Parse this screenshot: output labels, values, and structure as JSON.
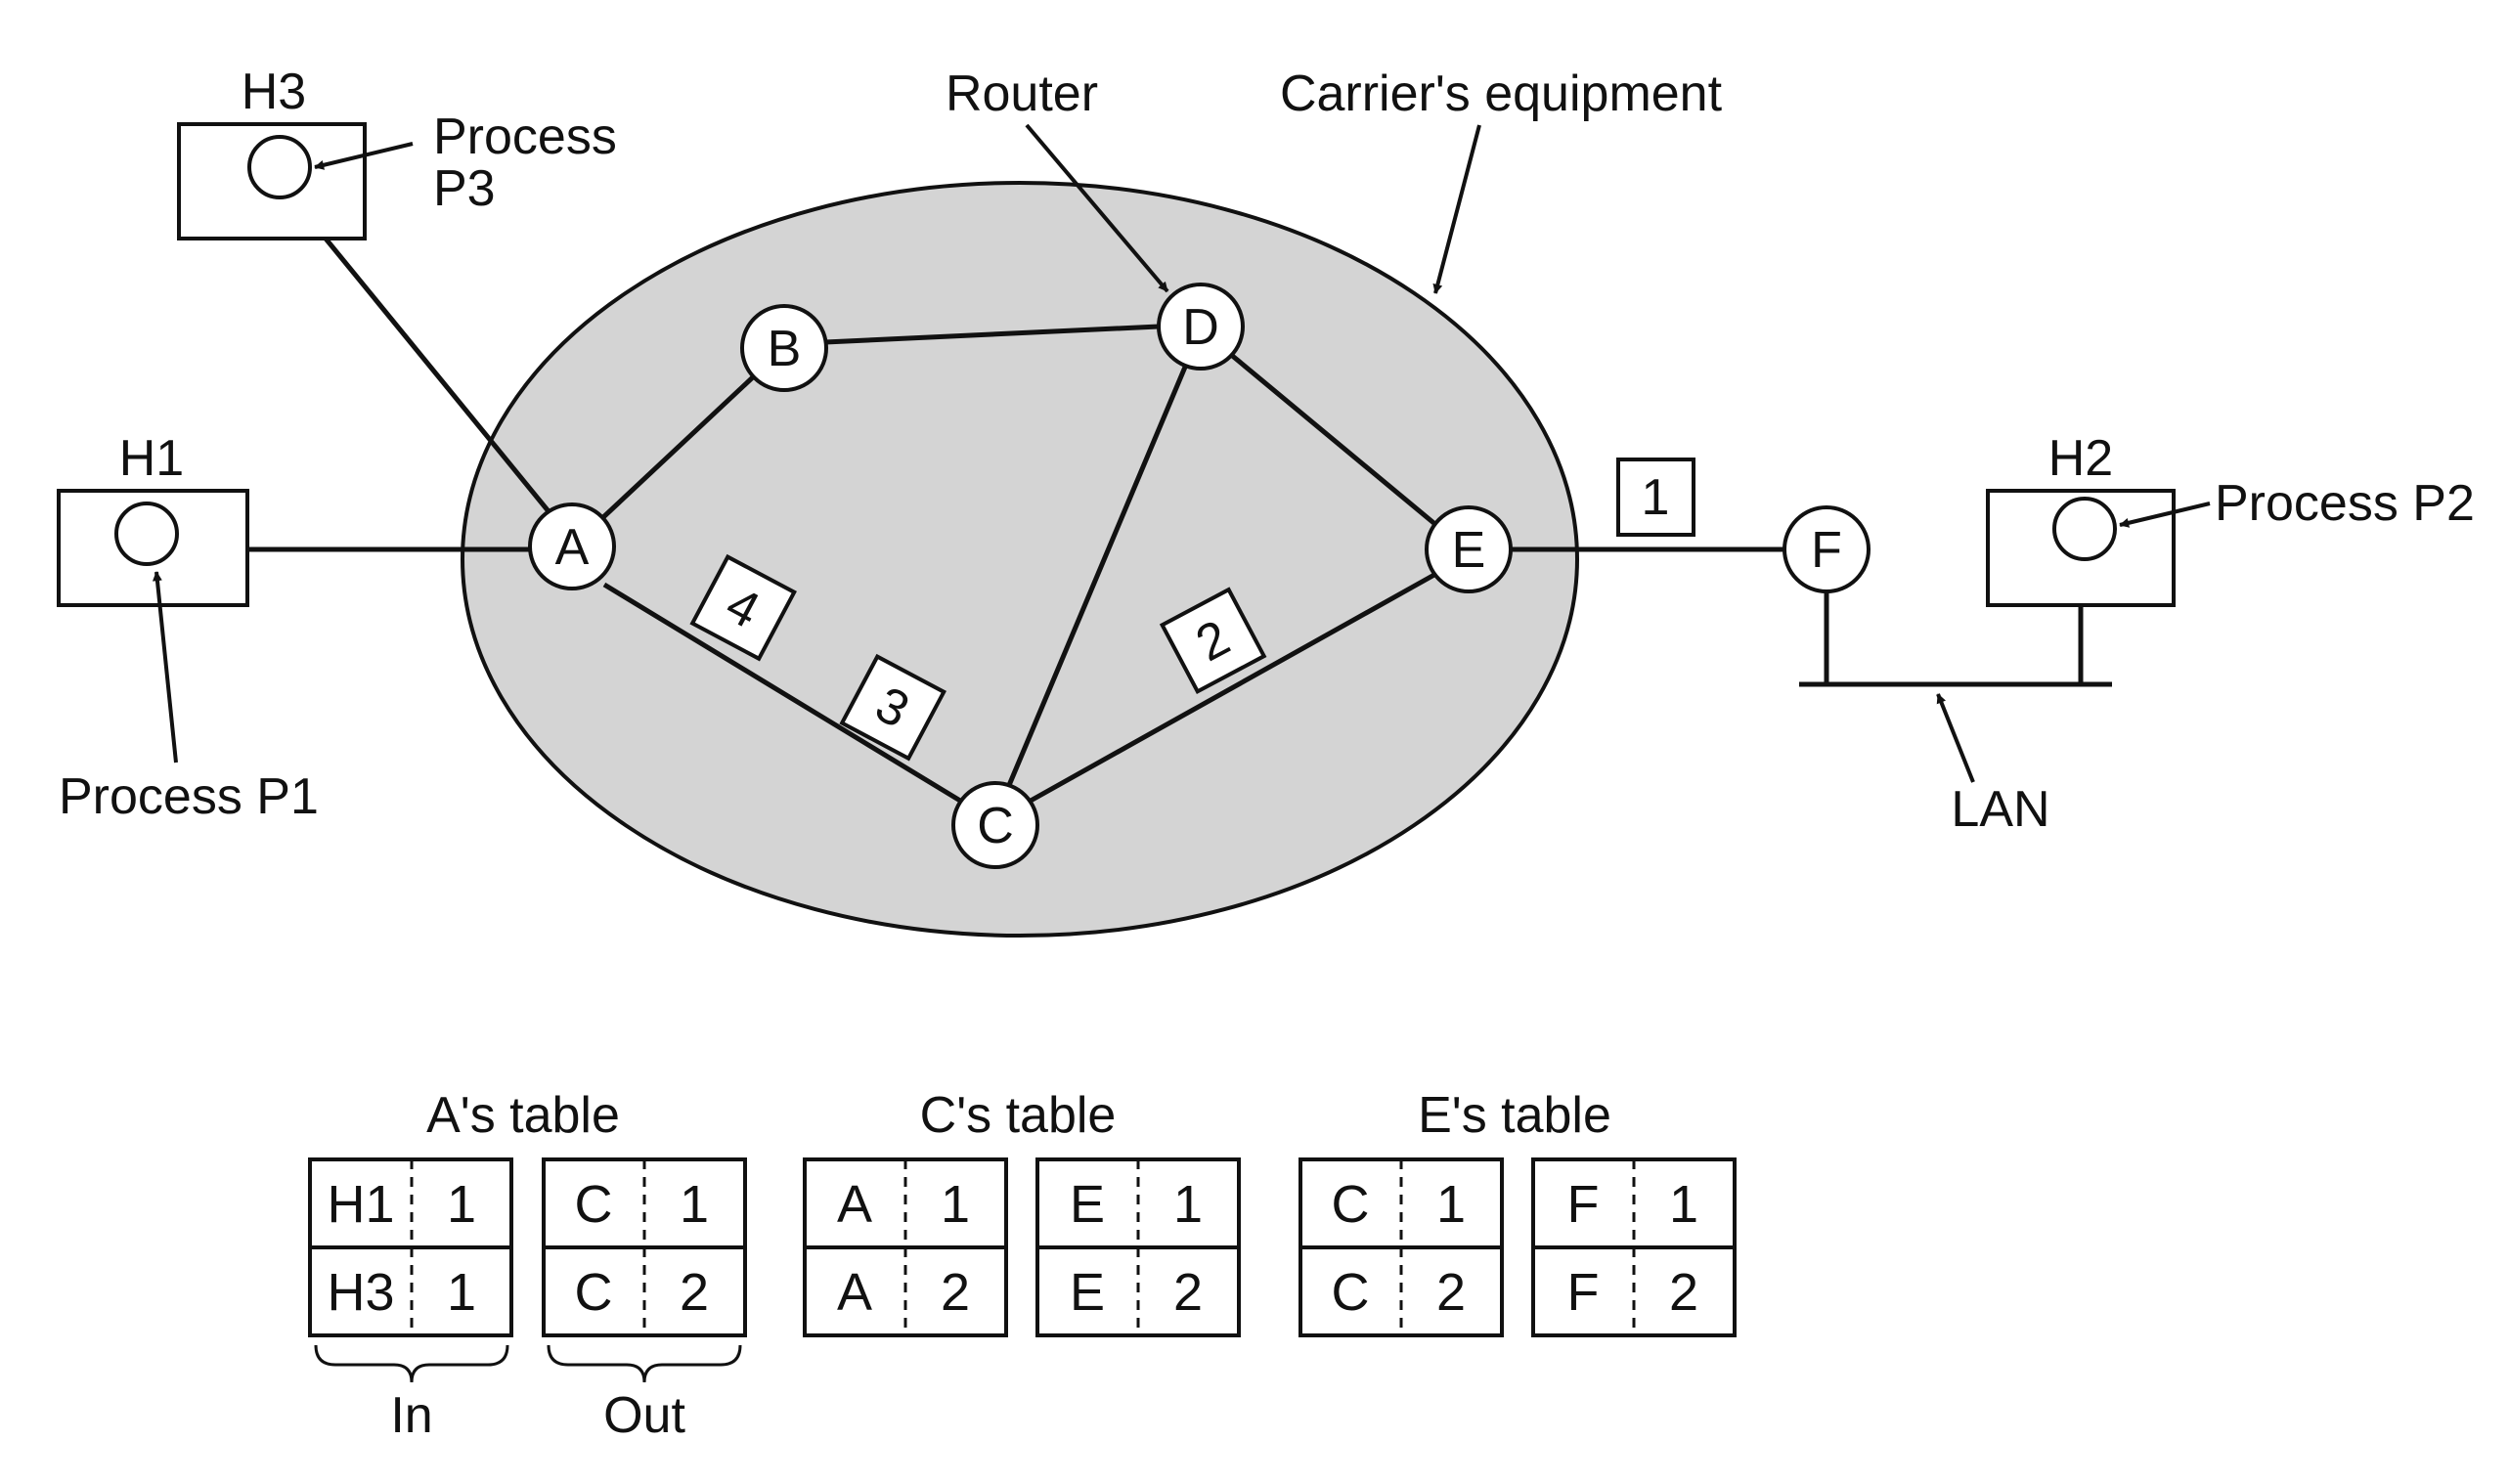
{
  "labels": {
    "router": "Router",
    "carrier": "Carrier's equipment",
    "h1": "H1",
    "h2": "H2",
    "h3": "H3",
    "process_p1": "Process P1",
    "process_p2": "Process P2",
    "process_p3_line1": "Process",
    "process_p3_line2": "P3",
    "lan": "LAN"
  },
  "nodes": {
    "a": "A",
    "b": "B",
    "c": "C",
    "d": "D",
    "e": "E",
    "f": "F"
  },
  "packets": [
    "1",
    "2",
    "3",
    "4"
  ],
  "tables": [
    {
      "title": "A's table",
      "in": [
        [
          "H1",
          "1"
        ],
        [
          "H3",
          "1"
        ]
      ],
      "out": [
        [
          "C",
          "1"
        ],
        [
          "C",
          "2"
        ]
      ],
      "in_label": "In",
      "out_label": "Out"
    },
    {
      "title": "C's table",
      "in": [
        [
          "A",
          "1"
        ],
        [
          "A",
          "2"
        ]
      ],
      "out": [
        [
          "E",
          "1"
        ],
        [
          "E",
          "2"
        ]
      ]
    },
    {
      "title": "E's table",
      "in": [
        [
          "C",
          "1"
        ],
        [
          "C",
          "2"
        ]
      ],
      "out": [
        [
          "F",
          "1"
        ],
        [
          "F",
          "2"
        ]
      ]
    }
  ],
  "colors": {
    "ellipse_fill": "#d4d4d4",
    "stroke": "#111111",
    "background": "#ffffff"
  }
}
